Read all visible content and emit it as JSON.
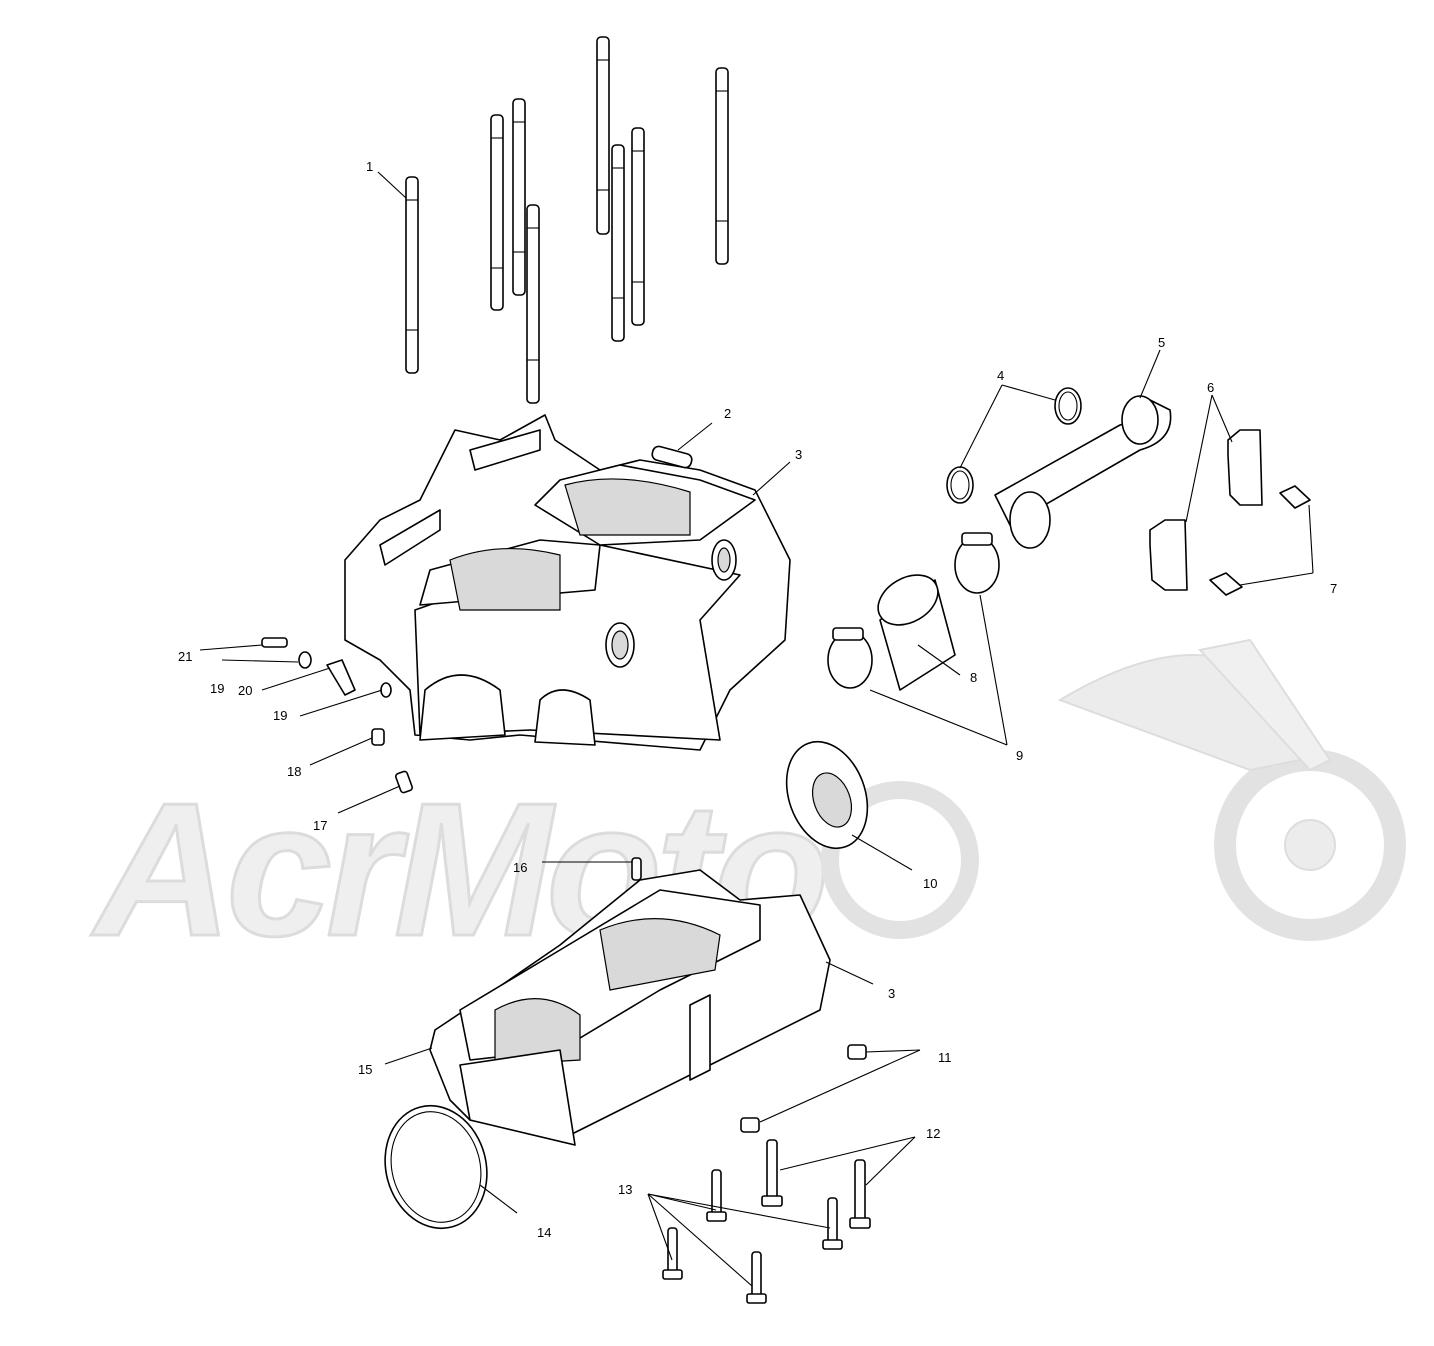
{
  "watermark": {
    "text": "AcrMoto",
    "logo": "motorcycle-silhouette"
  },
  "callouts": {
    "c1": "1",
    "c2": "2",
    "c3a": "3",
    "c3b": "3",
    "c4": "4",
    "c5": "5",
    "c6": "6",
    "c7": "7",
    "c8": "8",
    "c9": "9",
    "c10": "10",
    "c11": "11",
    "c12": "12",
    "c13": "13",
    "c14": "14",
    "c15": "15",
    "c16": "16",
    "c17": "17",
    "c18": "18",
    "c19a": "19",
    "c19b": "19",
    "c20": "20",
    "c21": "21"
  },
  "colors": {
    "line": "#000000",
    "watermark": "#e6e6e6",
    "background": "#ffffff"
  }
}
